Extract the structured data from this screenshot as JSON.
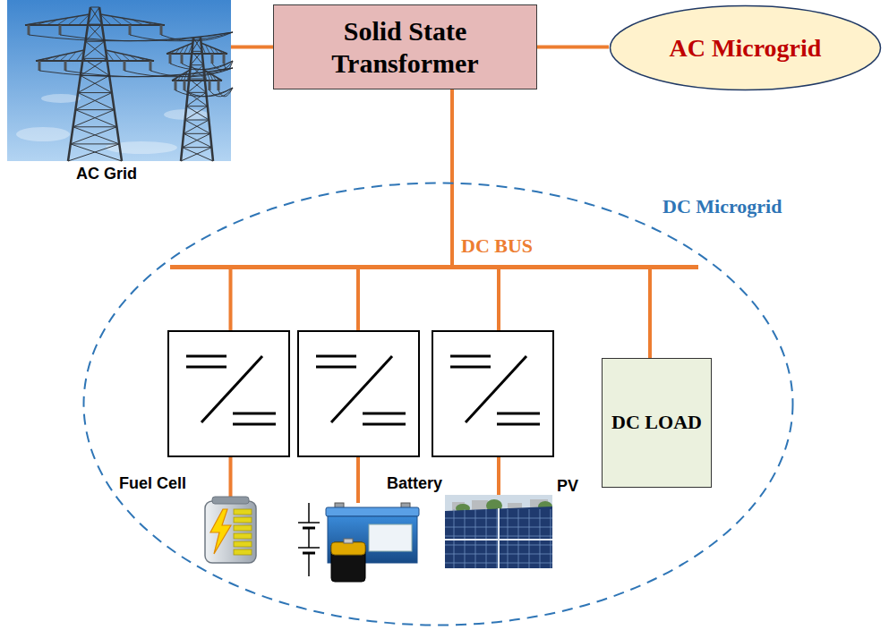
{
  "diagram": {
    "nodes": [
      {
        "text": [
          "AC Grid"
        ]
      },
      {
        "text": [
          "Solid State Transformer"
        ]
      },
      {
        "text": [
          "AC Microgrid"
        ]
      },
      {
        "text": [
          "DC Microgrid"
        ]
      },
      {
        "text": [
          "DC BUS"
        ],
        "in": 3
      },
      {
        "text": [
          "Fuel Cell"
        ],
        "in": 3
      },
      {
        "text": [
          "Battery"
        ],
        "in": 3
      },
      {
        "text": [
          "PV"
        ],
        "in": 3
      },
      {
        "text": [
          "DC LOAD"
        ],
        "in": 3
      }
    ],
    "edges": [
      {
        "from": 0,
        "to": 1,
        "arrow": "none"
      },
      {
        "from": 1,
        "to": 2,
        "arrow": "none"
      },
      {
        "from": 1,
        "to": 4,
        "arrow": "none"
      },
      {
        "from": 4,
        "to": 5,
        "arrow": "none"
      },
      {
        "from": 4,
        "to": 6,
        "arrow": "none"
      },
      {
        "from": 4,
        "to": 7,
        "arrow": "none"
      },
      {
        "from": 4,
        "to": 8,
        "arrow": "none"
      }
    ]
  }
}
